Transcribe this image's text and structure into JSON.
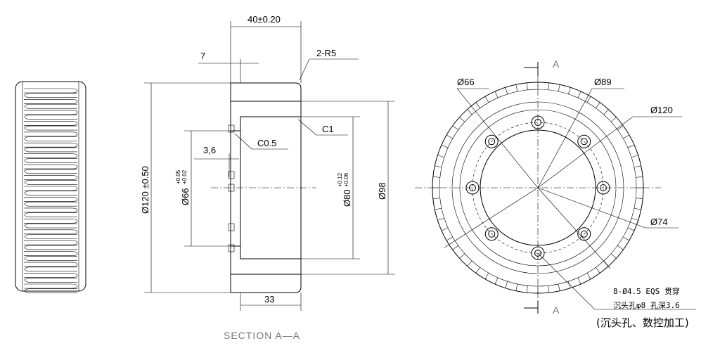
{
  "section_view": {
    "dim_width_total": "40±0.20",
    "dim_flange": "7",
    "dim_fillet": "2-R5",
    "dim_chamfer_c1": "C1",
    "dim_chamfer_c05": "C0.5",
    "dim_recess": "3,6",
    "dim_dia120": "Ø120 ±0.50",
    "dim_dia66": "Ø66",
    "dim_dia66_tol_upper": "+0.05",
    "dim_dia66_tol_lower": "+0.02",
    "dim_dia80": "Ø80",
    "dim_dia80_tol_upper": "+0.12",
    "dim_dia80_tol_lower": "+0.06",
    "dim_dia98": "Ø98",
    "dim_width_bottom": "33",
    "caption": "SECTION A—A"
  },
  "front_view": {
    "cut_label_top": "A",
    "cut_label_bottom": "A",
    "dim_dia66": "Ø66",
    "dim_dia89": "Ø89",
    "dim_dia120": "Ø120",
    "dim_dia74": "Ø74",
    "note_line1": "8-Ø4.5 EQS 贯穿",
    "note_line2": "沉头孔φ8 孔深3.6",
    "note_line3": "(沉头孔、数控加工)",
    "hole_count": 8
  },
  "side_view": {
    "tooth_count": 19
  }
}
